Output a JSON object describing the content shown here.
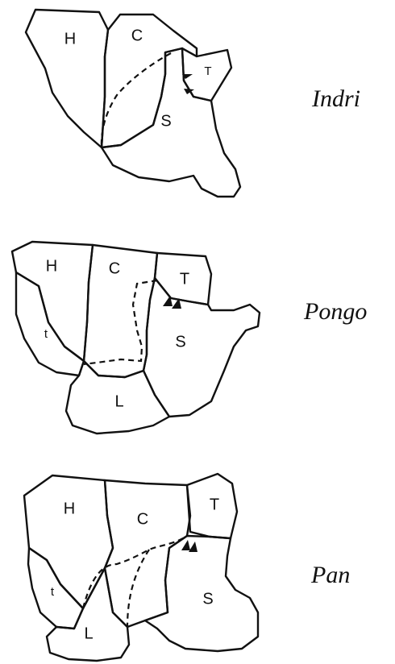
{
  "panels": [
    {
      "species": "Indri",
      "bones": [
        "H",
        "C",
        "T",
        "S"
      ]
    },
    {
      "species": "Pongo",
      "bones": [
        "H",
        "C",
        "T",
        "t",
        "S",
        "L"
      ]
    },
    {
      "species": "Pan",
      "bones": [
        "H",
        "C",
        "T",
        "t",
        "S",
        "L"
      ]
    }
  ]
}
